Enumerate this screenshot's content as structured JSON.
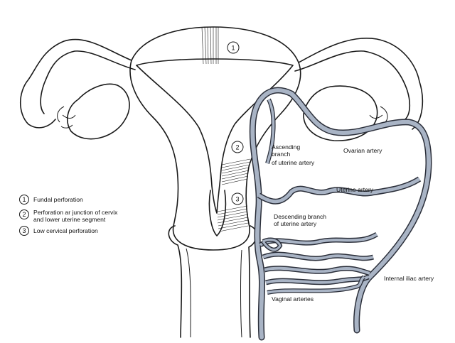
{
  "markers": {
    "one": "1",
    "two": "2",
    "three": "3"
  },
  "legend": [
    {
      "num": "1",
      "lines": [
        "Fundal perforation"
      ]
    },
    {
      "num": "2",
      "lines": [
        "Perforation ar junction of cervix",
        "and lower uterine segment"
      ]
    },
    {
      "num": "3",
      "lines": [
        "Low cervical perforation"
      ]
    }
  ],
  "labels": {
    "ascending_branch": [
      "Ascending",
      "branch",
      "of uterine artery"
    ],
    "ovarian_artery": "Ovarian artery",
    "uterine_artery": "Uterine artery",
    "descending_branch": [
      "Descending branch",
      "of uterine artery"
    ],
    "internal_iliac_artery": "Internal iliac artery",
    "vaginal_arteries": "Vaginal arteries"
  },
  "colors": {
    "artery_fill": "#a9b4c5",
    "artery_outline": "#2b2f3a",
    "ink": "#1a1a1a"
  }
}
